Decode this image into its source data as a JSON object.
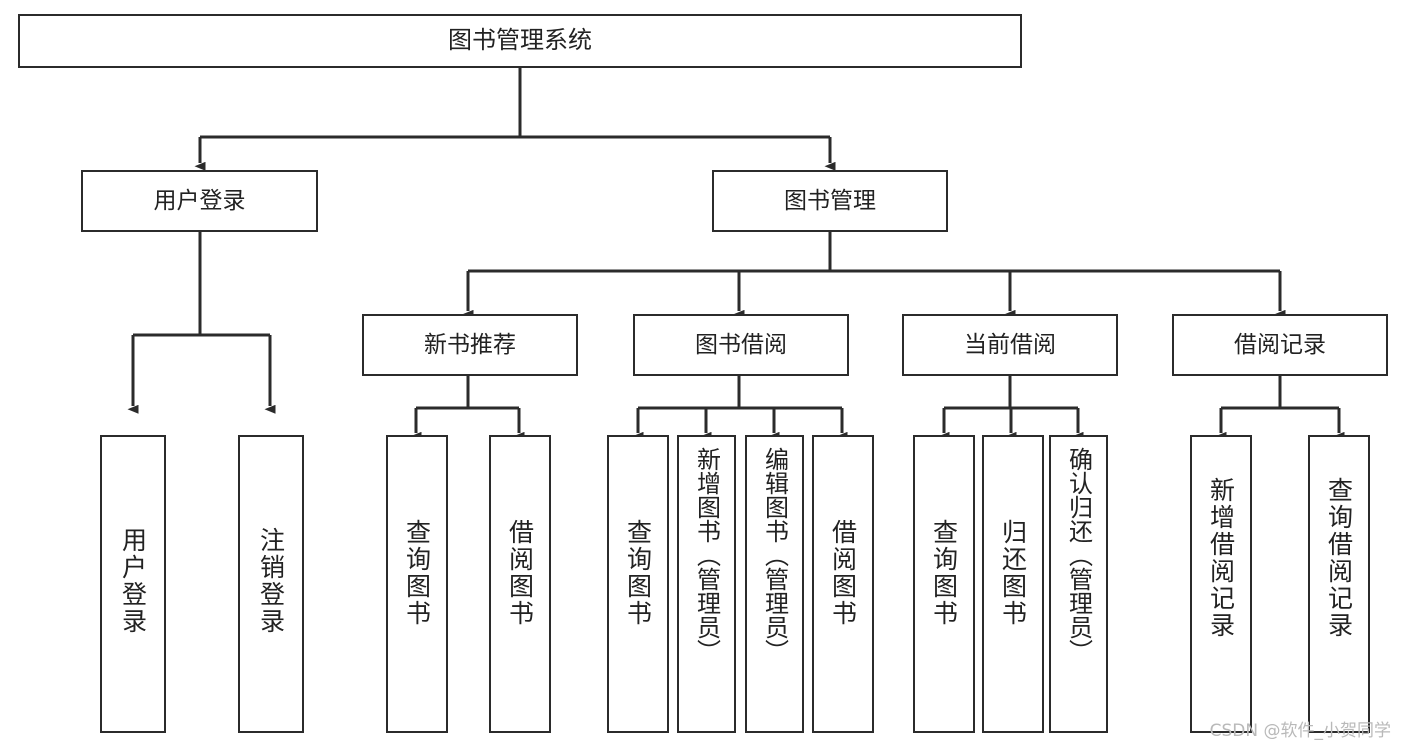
{
  "diagram": {
    "type": "hierarchy-tree",
    "title": "图书管理系统",
    "watermark": "CSDN @软件_小贺同学",
    "colors": {
      "box_border": "#2b2b2b",
      "box_fill": "#ffffff",
      "edge": "#2b2b2b",
      "text": "#222222",
      "watermark": "#b9b9b9",
      "background": "#ffffff"
    },
    "nodes": {
      "root": {
        "label": "图书管理系统"
      },
      "level2": [
        {
          "label": "用户登录"
        },
        {
          "label": "图书管理"
        }
      ],
      "level3": [
        {
          "label": "新书推荐"
        },
        {
          "label": "图书借阅"
        },
        {
          "label": "当前借阅"
        },
        {
          "label": "借阅记录"
        }
      ],
      "leaves": {
        "user_login": [
          {
            "label": "用户登录"
          },
          {
            "label": "注销登录"
          }
        ],
        "new_book_recommend": [
          {
            "label": "查询图书"
          },
          {
            "label": "借阅图书"
          }
        ],
        "book_borrow": [
          {
            "label": "查询图书"
          },
          {
            "label": "新增图书（管理员）"
          },
          {
            "label": "编辑图书（管理员）"
          },
          {
            "label": "借阅图书"
          }
        ],
        "current_borrow": [
          {
            "label": "查询图书"
          },
          {
            "label": "归还图书"
          },
          {
            "label": "确认归还（管理员）"
          }
        ],
        "borrow_record": [
          {
            "label": "新增借阅记录"
          },
          {
            "label": "查询借阅记录"
          }
        ]
      }
    }
  }
}
